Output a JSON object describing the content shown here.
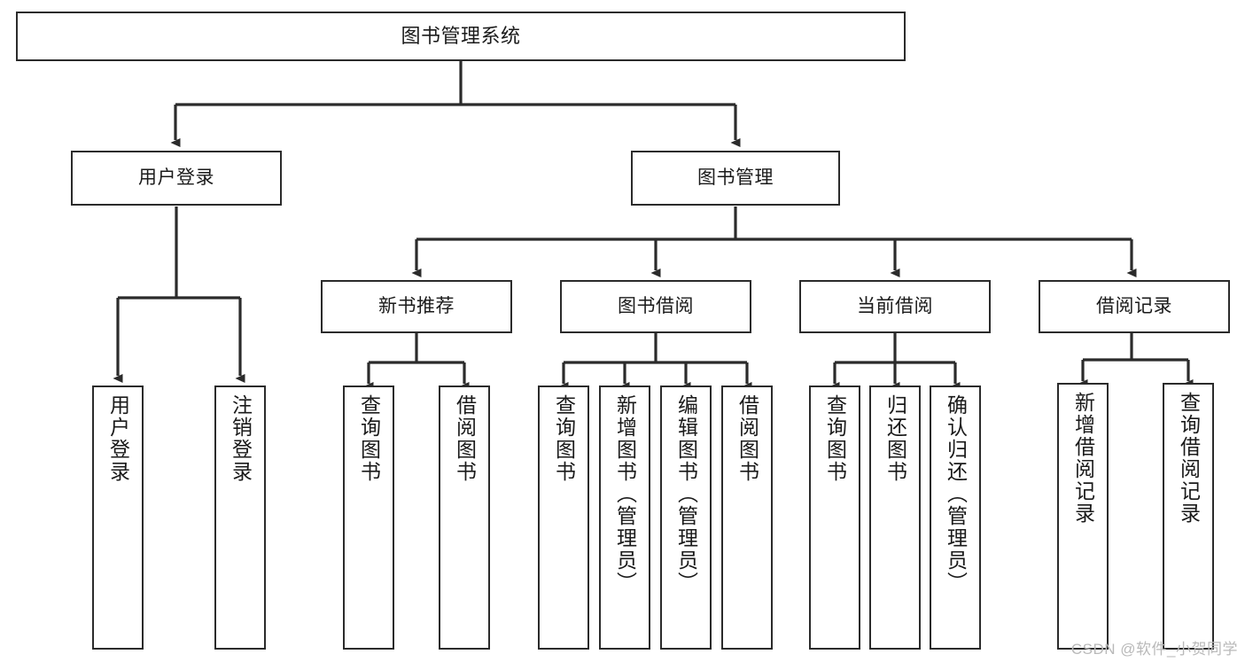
{
  "diagram": {
    "type": "tree-hierarchy",
    "title": "图书管理系统",
    "watermark": "CSDN @软件_小贺同学",
    "colors": {
      "box_border": "#2b2b2b",
      "box_fill": "#ffffff",
      "edge": "#2b2b2b",
      "text": "#1a1a1a",
      "watermark": "#b9b9b9",
      "background": "#ffffff"
    },
    "levels": {
      "root": {
        "label": "图书管理系统"
      },
      "level2": [
        {
          "label": "用户登录"
        },
        {
          "label": "图书管理"
        }
      ],
      "level3": [
        {
          "label": "新书推荐"
        },
        {
          "label": "图书借阅"
        },
        {
          "label": "当前借阅"
        },
        {
          "label": "借阅记录"
        }
      ],
      "leaves": [
        {
          "label": "用户登录",
          "parent": "用户登录"
        },
        {
          "label": "注销登录",
          "parent": "用户登录"
        },
        {
          "label": "查询图书",
          "parent": "新书推荐"
        },
        {
          "label": "借阅图书",
          "parent": "新书推荐"
        },
        {
          "label": "查询图书",
          "parent": "图书借阅"
        },
        {
          "label": "新增图书（管理员）",
          "parent": "图书借阅"
        },
        {
          "label": "编辑图书（管理员）",
          "parent": "图书借阅"
        },
        {
          "label": "借阅图书",
          "parent": "图书借阅"
        },
        {
          "label": "查询图书",
          "parent": "当前借阅"
        },
        {
          "label": "归还图书",
          "parent": "当前借阅"
        },
        {
          "label": "确认归还（管理员）",
          "parent": "当前借阅"
        },
        {
          "label": "新增借阅记录",
          "parent": "借阅记录"
        },
        {
          "label": "查询借阅记录",
          "parent": "借阅记录"
        }
      ]
    }
  }
}
